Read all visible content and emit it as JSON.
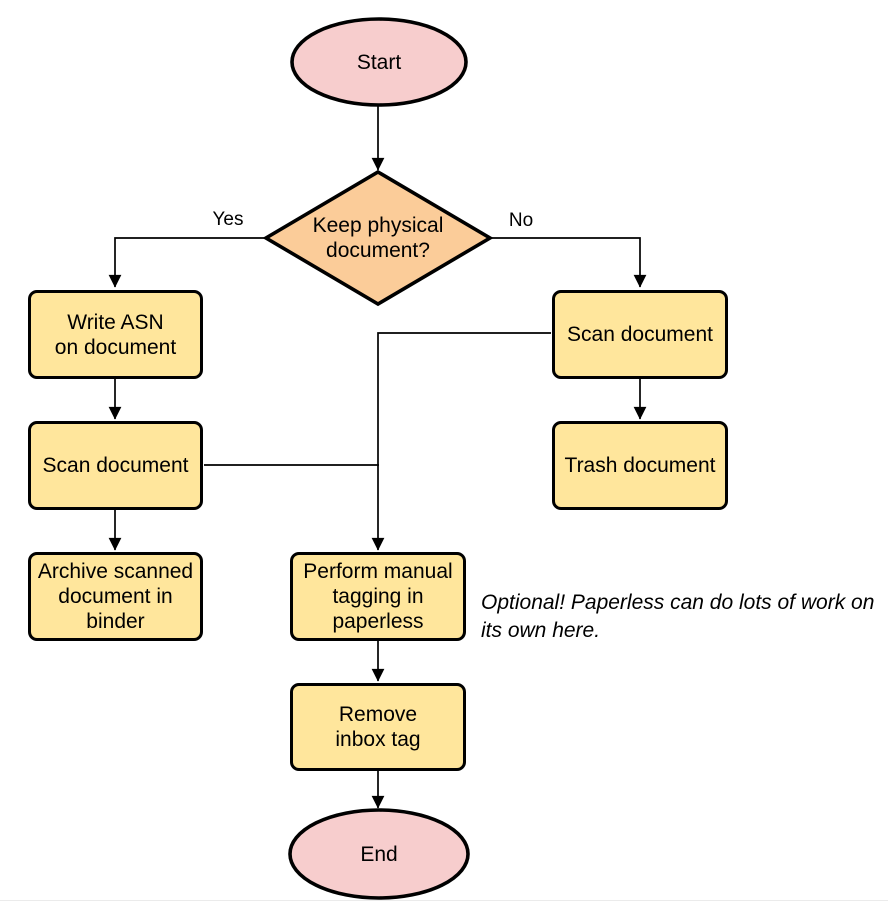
{
  "colors": {
    "terminal_fill": "#F7CDCD",
    "decision_fill": "#FBCC99",
    "process_fill": "#FFE69C",
    "stroke": "#000000",
    "text": "#000000"
  },
  "nodes": {
    "start": {
      "label": "Start",
      "type": "terminal"
    },
    "decision": {
      "label": "Keep physical\ndocument?",
      "type": "decision"
    },
    "write_asn": {
      "label": "Write ASN\non document",
      "type": "process"
    },
    "scan_left": {
      "label": "Scan document",
      "type": "process"
    },
    "archive": {
      "label": "Archive scanned\ndocument in\nbinder",
      "type": "process"
    },
    "scan_right": {
      "label": "Scan document",
      "type": "process"
    },
    "trash": {
      "label": "Trash document",
      "type": "process"
    },
    "tagging": {
      "label": "Perform manual\ntagging in\npaperless",
      "type": "process"
    },
    "remove_inbox": {
      "label": "Remove\ninbox tag",
      "type": "process"
    },
    "end": {
      "label": "End",
      "type": "terminal"
    }
  },
  "edge_labels": {
    "yes": "Yes",
    "no": "No"
  },
  "annotation": {
    "text": "Optional! Paperless can do lots of work on\nits own here."
  }
}
